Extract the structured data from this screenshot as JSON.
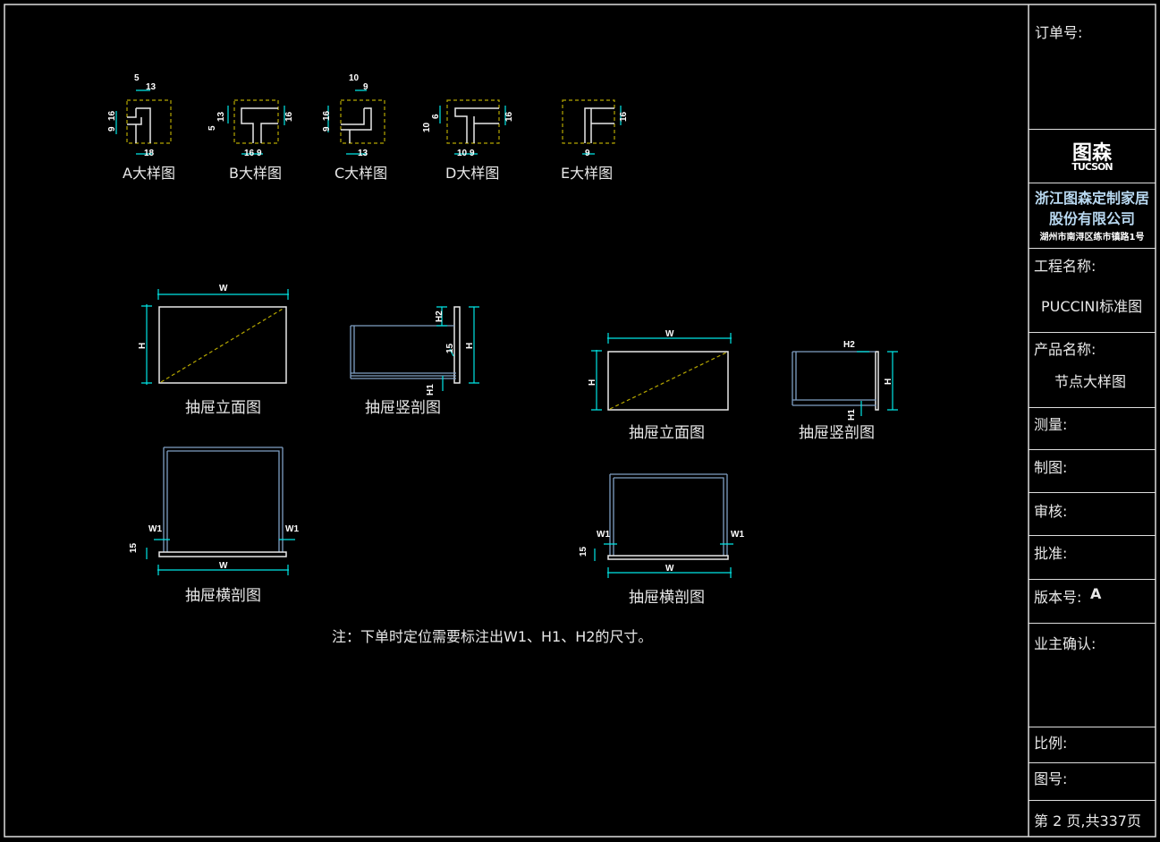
{
  "details": [
    {
      "label": "A大样图",
      "dims": [
        "5",
        "13",
        "9",
        "16",
        "18"
      ]
    },
    {
      "label": "B大样图",
      "dims": [
        "13",
        "5",
        "16",
        "16",
        "9"
      ]
    },
    {
      "label": "C大样图",
      "dims": [
        "10",
        "9",
        "9",
        "16",
        "13"
      ]
    },
    {
      "label": "D大样图",
      "dims": [
        "6",
        "10",
        "16",
        "10",
        "9"
      ]
    },
    {
      "label": "E大样图",
      "dims": [
        "16",
        "9"
      ]
    }
  ],
  "views": {
    "elevation": "抽屉立面图",
    "vertical_section": "抽屉竖剖图",
    "horizontal_section": "抽屉横剖图"
  },
  "dims": {
    "W": "W",
    "H": "H",
    "H1": "H1",
    "H2": "H2",
    "W1": "W1",
    "s15": "15"
  },
  "note": "注：下单时定位需要标注出W1、H1、H2的尺寸。",
  "title_block": {
    "order_no": "订单号:",
    "logo_cn": "图森",
    "logo_en": "TUCSON",
    "company_line1": "浙江图森定制家居",
    "company_line2": "股份有限公司",
    "address": "湖州市南浔区练市镇路1号",
    "project_label": "工程名称:",
    "project_value": "PUCCINI标准图",
    "product_label": "产品名称:",
    "product_value": "节点大样图",
    "measure": "测量:",
    "drawn": "制图:",
    "review": "审核:",
    "approve": "批准:",
    "version": "版本号:",
    "version_value": "A",
    "owner": "业主确认:",
    "scale": "比例:",
    "drawing_no": "图号:",
    "page": "第 2 页,共337页"
  }
}
